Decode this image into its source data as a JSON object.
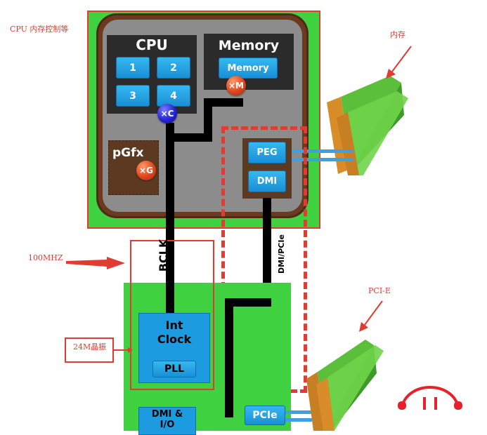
{
  "annotations": {
    "cpu_memory_controller": "CPU 内存控制等",
    "memory": "内存",
    "bclk_freq": "100MHZ",
    "crystal": "24M晶振",
    "pcie": "PCI-E"
  },
  "cpu_package": {
    "cpu_title": "CPU",
    "cores": [
      "1",
      "2",
      "3",
      "4"
    ],
    "memory_title": "Memory",
    "memory_button": "Memory",
    "pgfx_label": "pGfx",
    "mult_m": "×M",
    "mult_c": "×C",
    "mult_g": "×G",
    "peg": "PEG",
    "dmi": "DMI"
  },
  "bus_labels": {
    "bclk": "BCLK",
    "dmi_pcie": "DMI/PCIe"
  },
  "pch": {
    "int_clock": "Int Clock",
    "pll": "PLL",
    "dmi_io": "DMI & I/O",
    "pcie": "PCIe"
  },
  "colors": {
    "board_green": "#3fd13f",
    "package_gray": "#8c8c8c",
    "brown": "#6b3a1f",
    "annotation_red": "#e03c31",
    "button_blue": "#1a8fd6"
  }
}
